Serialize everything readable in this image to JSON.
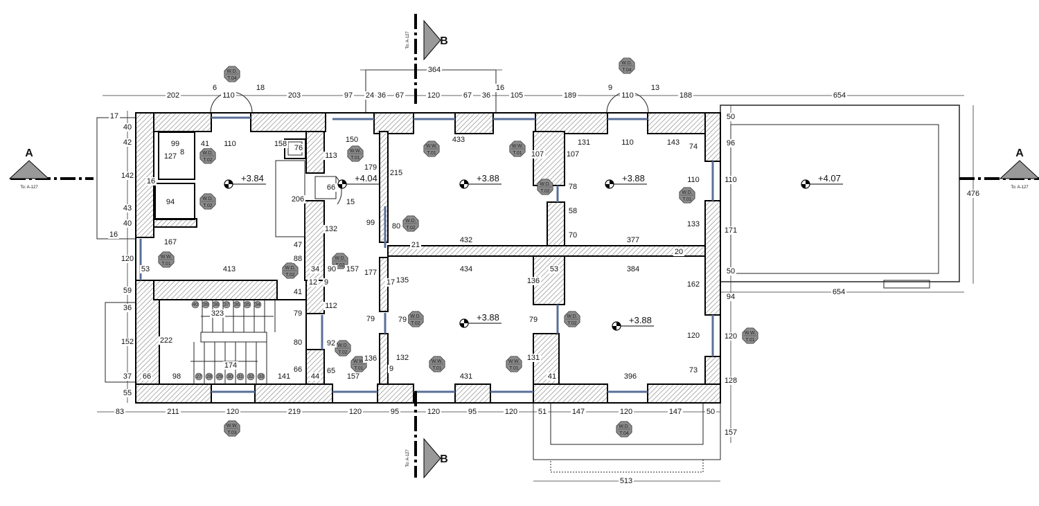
{
  "title": "Floor plan",
  "colors": {
    "wall_hatch": "#9a9a9a",
    "tag_fill": "#8c8c8c",
    "window": "#5a6f99"
  },
  "sections": {
    "a_left": {
      "letter": "A",
      "ref": "To: A-127"
    },
    "a_right": {
      "letter": "A",
      "ref": "To: A-127"
    },
    "b_top": {
      "letter": "B",
      "ref": "To: A-127"
    },
    "b_bottom": {
      "letter": "B",
      "ref": "To: A-127"
    }
  },
  "elevations": [
    "+3.84",
    "+4.04",
    "+3.88",
    "+3.88",
    "+3.88",
    "+3.88",
    "+4.07"
  ],
  "tags": [
    [
      "W.D.",
      "T.04"
    ],
    [
      "W.D.",
      "T.02"
    ],
    [
      "W.D.",
      "T.02"
    ],
    [
      "W.W.",
      "T.01"
    ],
    [
      "W.W.",
      "T.01"
    ],
    [
      "W.D.",
      "T.02"
    ],
    [
      "W.D.",
      "T.02"
    ],
    [
      "W.D.",
      "T.02"
    ],
    [
      "W.W.",
      "T.01"
    ],
    [
      "W.W.",
      "T.01"
    ],
    [
      "W.D.",
      "T.02"
    ],
    [
      "W.D.",
      "T.04"
    ],
    [
      "W.D.",
      "T.01"
    ],
    [
      "W.D.",
      "T.02"
    ],
    [
      "W.W.",
      "T.01"
    ],
    [
      "W.W.",
      "T.01"
    ],
    [
      "W.D.",
      "T.02"
    ],
    [
      "W.W.",
      "T.01"
    ],
    [
      "W.D.",
      "T.02"
    ],
    [
      "W.W.",
      "T.01"
    ],
    [
      "W.W.",
      "T.03"
    ],
    [
      "W.D.",
      "T.04"
    ]
  ],
  "stair_steps": [
    "40",
    "39",
    "38",
    "37",
    "36",
    "35",
    "34",
    "27",
    "28",
    "29",
    "30",
    "31",
    "32",
    "33"
  ],
  "dimensions": [
    "202",
    "6",
    "110",
    "18",
    "203",
    "97",
    "24",
    "36",
    "67",
    "120",
    "67",
    "36",
    "16",
    "105",
    "189",
    "9",
    "110",
    "13",
    "188",
    "654",
    "364",
    "83",
    "211",
    "120",
    "219",
    "120",
    "95",
    "120",
    "95",
    "120",
    "51",
    "147",
    "120",
    "147",
    "50",
    "513",
    "17",
    "40",
    "42",
    "142",
    "43",
    "40",
    "16",
    "120",
    "59",
    "36",
    "152",
    "37",
    "55",
    "50",
    "96",
    "110",
    "171",
    "50",
    "94",
    "120",
    "128",
    "157",
    "476",
    "654",
    "99",
    "41",
    "110",
    "158",
    "76",
    "8",
    "127",
    "16",
    "94",
    "206",
    "167",
    "47",
    "88",
    "413",
    "53",
    "34",
    "90",
    "157",
    "12",
    "9",
    "41",
    "113",
    "150",
    "179",
    "66",
    "15",
    "215",
    "132",
    "99",
    "80",
    "177",
    "17",
    "135",
    "112",
    "79",
    "92",
    "65",
    "136",
    "157",
    "9",
    "132",
    "79",
    "323",
    "222",
    "174",
    "79",
    "80",
    "66",
    "66",
    "98",
    "141",
    "44",
    "433",
    "107",
    "432",
    "21",
    "131",
    "110",
    "143",
    "74",
    "107",
    "78",
    "58",
    "70",
    "377",
    "110",
    "133",
    "20",
    "434",
    "136",
    "79",
    "131",
    "431",
    "53",
    "384",
    "162",
    "120",
    "73",
    "41",
    "396"
  ]
}
